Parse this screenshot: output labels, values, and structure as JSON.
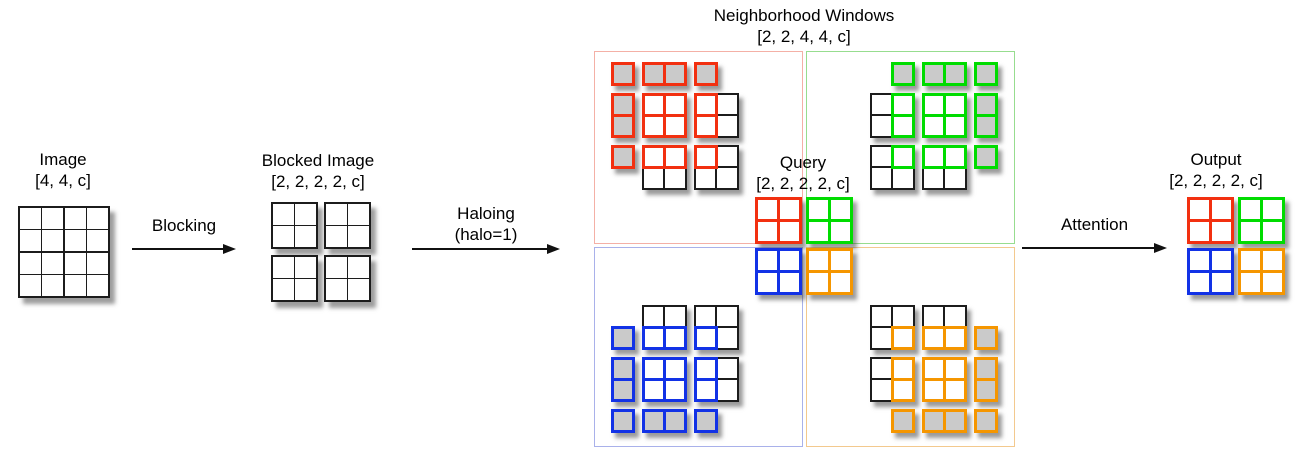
{
  "colors": {
    "red": "#f23010",
    "green": "#00dc00",
    "blue": "#1232e6",
    "orange": "#f59600",
    "light_red": "#f4b0a6",
    "light_green": "#97dd8f",
    "light_blue": "#a9b1ea",
    "light_orange": "#f3c98e",
    "gray_fill": "#cacaca",
    "black_stroke": "#1c1c1c"
  },
  "stages": {
    "image": {
      "title": "Image",
      "shape": "[4, 4, c]"
    },
    "blocked": {
      "title": "Blocked Image",
      "shape": "[2, 2, 2, 2, c]"
    },
    "windows": {
      "title": "Neighborhood Windows",
      "shape": "[2, 2, 4, 4, c]"
    },
    "query": {
      "title": "Query",
      "shape": "[2, 2, 2, 2, c]"
    },
    "output": {
      "title": "Output",
      "shape": "[2, 2, 2, 2, c]"
    }
  },
  "arrows": {
    "blocking": {
      "label": "Blocking",
      "sublabel": ""
    },
    "haloing": {
      "label": "Haloing",
      "sublabel": "(halo=1)"
    },
    "attention": {
      "label": "Attention",
      "sublabel": ""
    }
  },
  "image_grid": {
    "rows": 4,
    "cols": 4
  },
  "blocked_grid": {
    "block_layout": "2x2",
    "block_cells": "2x2"
  },
  "query": {
    "blocks": [
      "red",
      "green",
      "blue",
      "orange"
    ]
  },
  "output": {
    "blocks": [
      "red",
      "green",
      "blue",
      "orange"
    ]
  },
  "quadrants": {
    "top_left": "light_red",
    "top_right": "light_green",
    "bottom_left": "light_blue",
    "bottom_right": "light_orange"
  },
  "cell_legend": {
    "G": "halo padding cell (gray, window color border)",
    "W": "image cell inside window (white, window color border)",
    "K": "image cell outside window (white, black border)"
  },
  "windows": {
    "red": {
      "color": "red",
      "cols": [
        1,
        2,
        2
      ],
      "rows": [
        1,
        2,
        2
      ],
      "chunks": [
        {
          "r": 0,
          "c": 0,
          "cells": [
            "G"
          ]
        },
        {
          "r": 0,
          "c": 1,
          "cells": [
            "GG"
          ]
        },
        {
          "r": 0,
          "c": 2,
          "cells": [
            "G"
          ]
        },
        {
          "r": 1,
          "c": 0,
          "cells": [
            "G",
            "G"
          ]
        },
        {
          "r": 1,
          "c": 1,
          "cells": [
            "WW",
            "WW"
          ]
        },
        {
          "r": 1,
          "c": 2,
          "cells": [
            "WK",
            "WK"
          ]
        },
        {
          "r": 2,
          "c": 0,
          "cells": [
            "G"
          ]
        },
        {
          "r": 2,
          "c": 1,
          "cells": [
            "WW",
            "KK"
          ]
        },
        {
          "r": 2,
          "c": 2,
          "cells": [
            "WK",
            "KK"
          ]
        }
      ]
    },
    "green": {
      "color": "green",
      "cols": [
        2,
        2,
        1
      ],
      "rows": [
        1,
        2,
        2
      ],
      "chunks": [
        {
          "r": 0,
          "c": 0,
          "cells": [
            "G"
          ],
          "align": "r"
        },
        {
          "r": 0,
          "c": 1,
          "cells": [
            "GG"
          ]
        },
        {
          "r": 0,
          "c": 2,
          "cells": [
            "G"
          ]
        },
        {
          "r": 1,
          "c": 0,
          "cells": [
            "KW",
            "KW"
          ]
        },
        {
          "r": 1,
          "c": 1,
          "cells": [
            "WW",
            "WW"
          ]
        },
        {
          "r": 1,
          "c": 2,
          "cells": [
            "G",
            "G"
          ]
        },
        {
          "r": 2,
          "c": 0,
          "cells": [
            "KW",
            "KK"
          ]
        },
        {
          "r": 2,
          "c": 1,
          "cells": [
            "WW",
            "KK"
          ]
        },
        {
          "r": 2,
          "c": 2,
          "cells": [
            "G"
          ]
        }
      ]
    },
    "blue": {
      "color": "blue",
      "cols": [
        1,
        2,
        2
      ],
      "rows": [
        2,
        2,
        1
      ],
      "chunks": [
        {
          "r": 0,
          "c": 0,
          "cells": [
            "G"
          ],
          "align": "b"
        },
        {
          "r": 0,
          "c": 1,
          "cells": [
            "KK",
            "WW"
          ]
        },
        {
          "r": 0,
          "c": 2,
          "cells": [
            "KK",
            "WK"
          ]
        },
        {
          "r": 1,
          "c": 0,
          "cells": [
            "G",
            "G"
          ]
        },
        {
          "r": 1,
          "c": 1,
          "cells": [
            "WW",
            "WW"
          ]
        },
        {
          "r": 1,
          "c": 2,
          "cells": [
            "WK",
            "WK"
          ]
        },
        {
          "r": 2,
          "c": 0,
          "cells": [
            "G"
          ]
        },
        {
          "r": 2,
          "c": 1,
          "cells": [
            "GG"
          ]
        },
        {
          "r": 2,
          "c": 2,
          "cells": [
            "G"
          ]
        }
      ]
    },
    "orange": {
      "color": "orange",
      "cols": [
        2,
        2,
        1
      ],
      "rows": [
        2,
        2,
        1
      ],
      "chunks": [
        {
          "r": 0,
          "c": 0,
          "cells": [
            "KK",
            "KW"
          ]
        },
        {
          "r": 0,
          "c": 1,
          "cells": [
            "KK",
            "WW"
          ]
        },
        {
          "r": 0,
          "c": 2,
          "cells": [
            "G"
          ],
          "align": "b"
        },
        {
          "r": 1,
          "c": 0,
          "cells": [
            "KW",
            "KW"
          ]
        },
        {
          "r": 1,
          "c": 1,
          "cells": [
            "WW",
            "WW"
          ]
        },
        {
          "r": 1,
          "c": 2,
          "cells": [
            "G",
            "G"
          ]
        },
        {
          "r": 2,
          "c": 0,
          "cells": [
            "G"
          ],
          "align": "r"
        },
        {
          "r": 2,
          "c": 1,
          "cells": [
            "GG"
          ]
        },
        {
          "r": 2,
          "c": 2,
          "cells": [
            "G"
          ]
        }
      ]
    }
  }
}
